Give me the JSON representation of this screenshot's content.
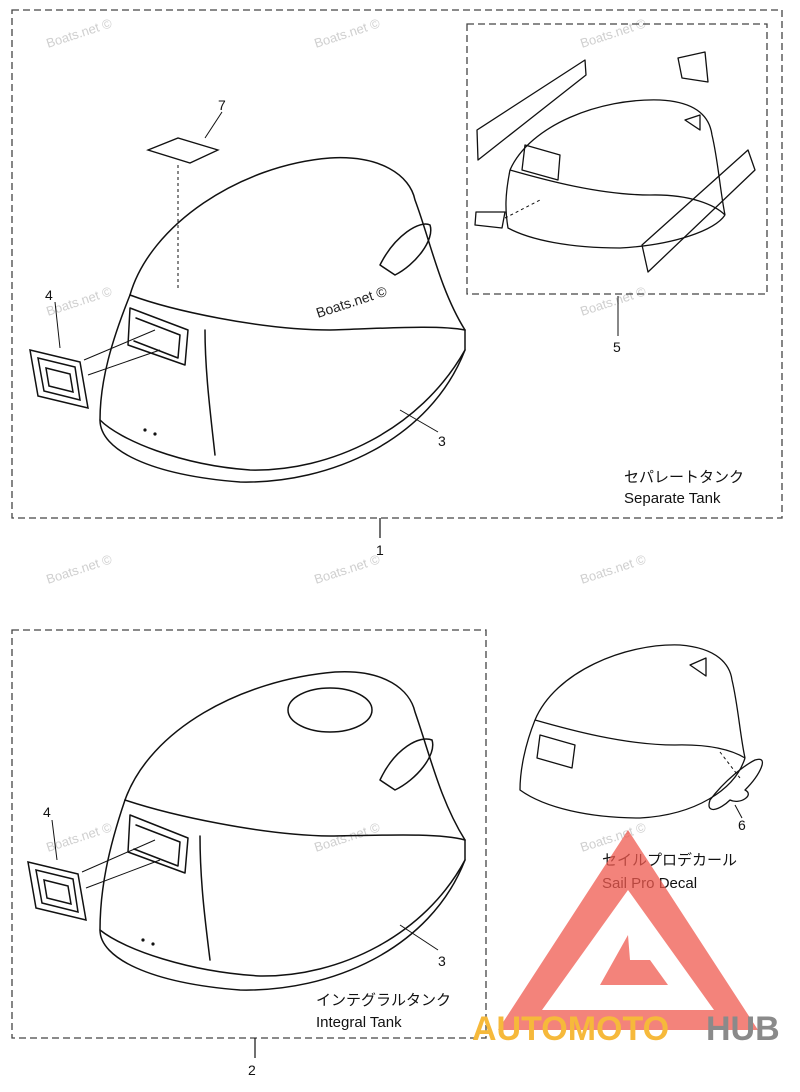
{
  "watermark": "Boats.net ©",
  "logo": {
    "part1": "AUTOMOTO",
    "part2": "HUB"
  },
  "colors": {
    "line": "#111111",
    "dash": "#444444",
    "watermark": "#cfcfcf",
    "logo_red": "#ef5a4f",
    "logo_yellow": "#f6b93b",
    "logo_gray": "#8a8a8a"
  },
  "callouts": {
    "c7": "7",
    "c4a": "4",
    "c3a": "3",
    "c5": "5",
    "c1": "1",
    "c4b": "4",
    "c3b": "3",
    "c6": "6",
    "c2": "2"
  },
  "captions": {
    "separate_jp": "セパレートタンク",
    "separate_en": "Separate Tank",
    "integral_jp": "インテグラルタンク",
    "integral_en": "Integral Tank",
    "sailpro_jp": "セイルプロデカール",
    "sailpro_en": "Sail Pro Decal"
  }
}
